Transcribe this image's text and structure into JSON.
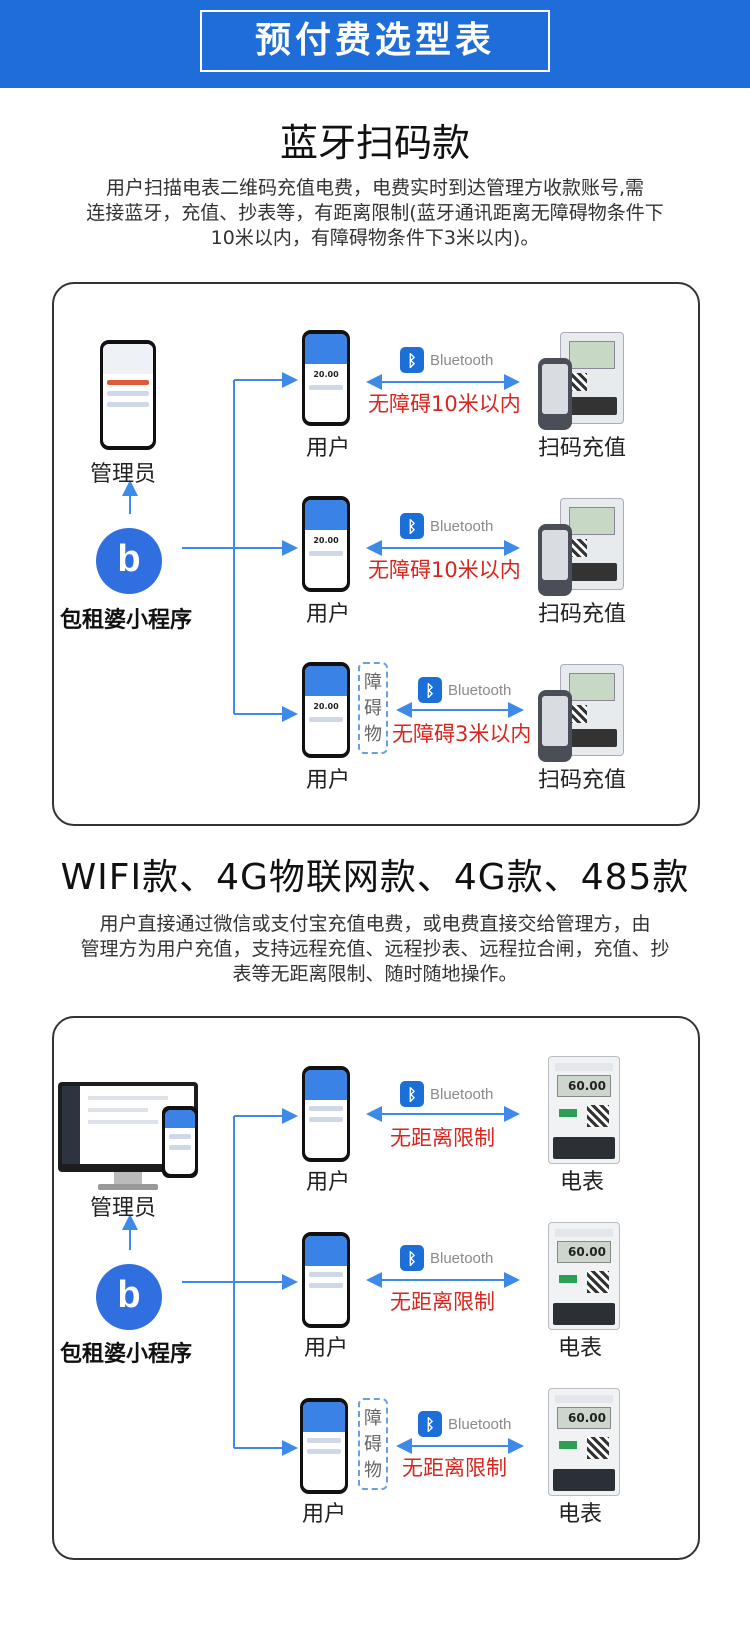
{
  "header": {
    "title": "预付费选型表"
  },
  "sections": [
    {
      "title": "蓝牙扫码款",
      "desc_lines": [
        "用户扫描电表二维码充值电费，电费实时到达管理方收款账号,需",
        "连接蓝牙，充值、抄表等，有距离限制(蓝牙通讯距离无障碍物条件下",
        "10米以内，有障碍物条件下3米以内)。"
      ],
      "admin_label": "管理员",
      "program_label": "包租婆小程序",
      "logo_glyph": "b",
      "phone_amount": "20.00",
      "rows": [
        {
          "user": "用户",
          "bluetooth": "Bluetooth",
          "range": "无障碍10米以内",
          "device": "扫码充值"
        },
        {
          "user": "用户",
          "bluetooth": "Bluetooth",
          "range": "无障碍10米以内",
          "device": "扫码充值"
        },
        {
          "user": "用户",
          "bluetooth": "Bluetooth",
          "range": "无障碍3米以内",
          "device": "扫码充值",
          "barrier": "障碍物"
        }
      ]
    },
    {
      "title": "WIFI款、4G物联网款、4G款、485款",
      "desc_lines": [
        "用户直接通过微信或支付宝充值电费，或电费直接交给管理方，由",
        "管理方为用户充值，支持远程充值、远程抄表、远程拉合闸，充值、抄",
        "表等无距离限制、随时随地操作。"
      ],
      "admin_label": "管理员",
      "program_label": "包租婆小程序",
      "logo_glyph": "b",
      "meter_reading": "60.00",
      "rows": [
        {
          "user": "用户",
          "bluetooth": "Bluetooth",
          "range": "无距离限制",
          "device": "电表"
        },
        {
          "user": "用户",
          "bluetooth": "Bluetooth",
          "range": "无距离限制",
          "device": "电表"
        },
        {
          "user": "用户",
          "bluetooth": "Bluetooth",
          "range": "无距离限制",
          "device": "电表",
          "barrier": "障碍物"
        }
      ]
    }
  ],
  "colors": {
    "banner": "#1f6dd8",
    "arrow": "#3d8ae8",
    "accent_red": "#d8261e"
  },
  "icons": [
    "bluetooth-icon",
    "phone-icon",
    "meter-icon",
    "monitor-icon",
    "logo-icon"
  ]
}
